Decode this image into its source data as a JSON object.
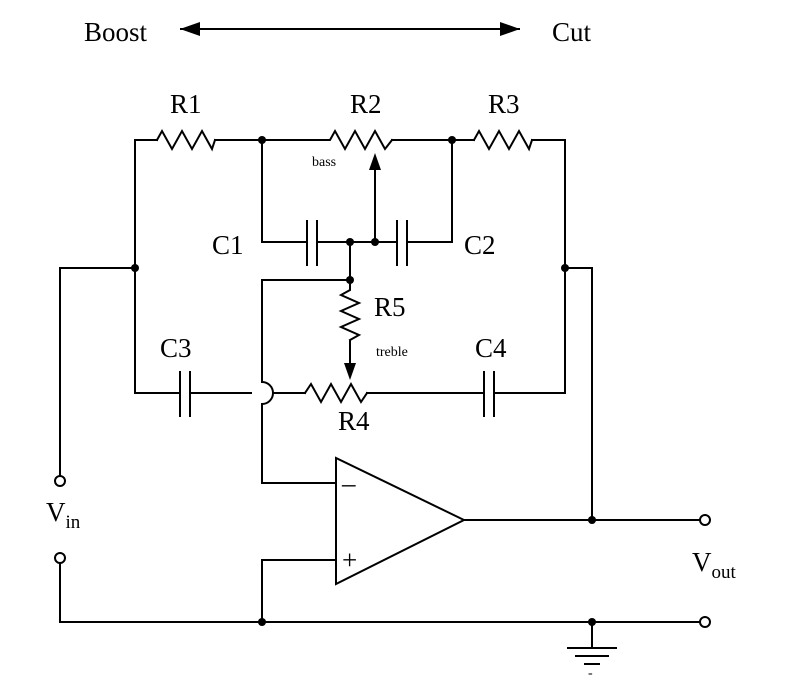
{
  "header": {
    "boost_label": "Boost",
    "cut_label": "Cut"
  },
  "components": {
    "r1": "R1",
    "r2": "R2",
    "r3": "R3",
    "r4": "R4",
    "r5": "R5",
    "c1": "C1",
    "c2": "C2",
    "c3": "C3",
    "c4": "C4",
    "bass": "bass",
    "treble": "treble"
  },
  "opamp": {
    "minus": "–",
    "plus": "+"
  },
  "terminals": {
    "vin_main": "V",
    "vin_sub": "in",
    "vout_main": "V",
    "vout_sub": "out"
  },
  "ground_mark": "-"
}
